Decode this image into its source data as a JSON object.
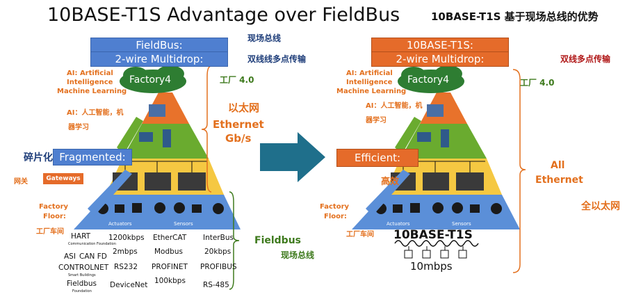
{
  "title": "10BASE-T1S Advantage over FieldBus",
  "title_cn": "10BASE-T1S 基于现场总线的优势",
  "left": {
    "box1": "FieldBus:",
    "box1_cn": "现场总线",
    "box2": "2-wire Multidrop:",
    "box2_cn": "双线线多点传输",
    "ai_en_1": "AI: Artificial",
    "ai_en_2": "Intelligence",
    "ai_en_3": "Machine Learning",
    "cloud": "Factory4",
    "factory40": "工厂 4.0",
    "ai_cn_1": "AI：人工智能，机",
    "ai_cn_2": "器学习",
    "ethernet_cn": "以太网",
    "ethernet_1": "Ethernet",
    "ethernet_2": "Gb/s",
    "frag_cn": "碎片化",
    "frag": "Fragmented:",
    "gateway_cn": "网关",
    "gateways": "Gateways",
    "floor_1": "Factory",
    "floor_2": "Floor:",
    "floor_cn": "工厂车间",
    "actuators": "Actuators",
    "sensors": "Sensors",
    "fieldbus": "Fieldbus",
    "fieldbus_cn": "现场总线",
    "protocols": {
      "hart": "HART",
      "hart_sub": "Communication Foundation",
      "asi": "ASI",
      "canfd": "CAN FD",
      "controlnet": "CONTROLNET",
      "controlnet_sub": "Smart Buildings",
      "fieldbusf": "Fieldbus",
      "fieldbusf_sub": "Foundation",
      "k1200": "1200kbps",
      "m2": "2mbps",
      "rs232": "RS232",
      "devicenet": "DeviceNet",
      "ethercat": "EtherCAT",
      "modbus": "Modbus",
      "profinet": "PROFINET",
      "k100": "100kbps",
      "interbus": "InterBus",
      "k20": "20kbps",
      "profibus": "PROFIBUS",
      "rs485": "RS-485"
    }
  },
  "right": {
    "box1": "10BASE-T1S:",
    "box2": "2-wire Multidrop:",
    "box2_cn": "双线多点传输",
    "ai_en_1": "AI: Artificial",
    "ai_en_2": "Intelligence",
    "ai_en_3": "Machine Learning",
    "cloud": "Factory4",
    "factory40": "工厂 4.0",
    "ai_cn_1": "AI：人工智能，机",
    "ai_cn_2": "器学习",
    "efficient": "Efficient:",
    "efficient_cn": "高效",
    "all_1": "All",
    "all_2": "Ethernet",
    "all_cn": "全以太网",
    "floor_1": "Factory",
    "floor_2": "Floor:",
    "floor_cn": "工厂车间",
    "actuators": "Actuators",
    "sensors": "Sensors",
    "t1s": "10BASE-T1S",
    "speed": "10mbps"
  },
  "colors": {
    "fieldbus_blue": "#4f7fd0",
    "t1s_orange": "#e56b2a",
    "cloud_green": "#2e7d32",
    "tier_orange": "#e8722b",
    "tier_green": "#6aab2f",
    "tier_yellow": "#f5c842",
    "tier_blue": "#5b8fd8",
    "arrow_teal": "#1f6f8b"
  }
}
